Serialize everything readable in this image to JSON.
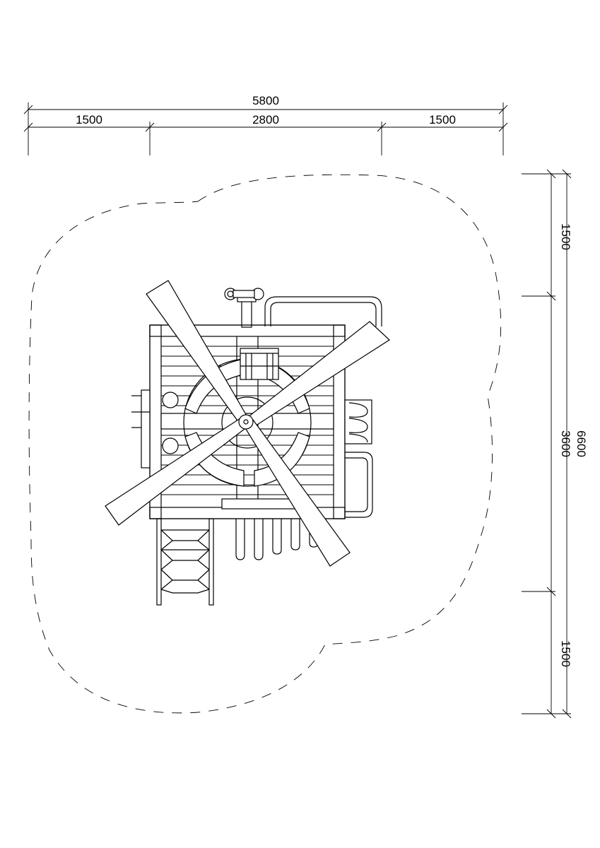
{
  "dimensions": {
    "top_total": "5800",
    "top_left": "1500",
    "top_middle": "2800",
    "top_right": "1500",
    "right_total": "6600",
    "right_top": "1500",
    "right_middle": "3600",
    "right_bottom": "1500"
  },
  "colors": {
    "line": "#000000",
    "background": "#ffffff"
  }
}
